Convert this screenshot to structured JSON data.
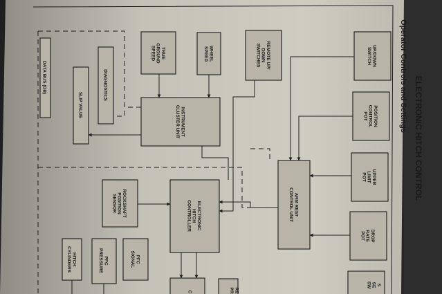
{
  "title": "ELECTRONIC HITCH CONTROL",
  "subtitle": "Operator Controls and Settings",
  "blocks": {
    "updown_switch": [
      "UP/DOWN",
      "SWITCH"
    ],
    "position_control_pot": [
      "POSITION",
      "CONTROL",
      "POT"
    ],
    "upper_limit_pot": [
      "UPPER",
      "LIMIT",
      "POT"
    ],
    "drop_rate_pot": [
      "DROP",
      "RATE",
      "POT"
    ],
    "partial_right_top": [
      "S",
      "SE",
      "SW"
    ],
    "remote_updown_switches": [
      "REMOTE UP/",
      "DOWN",
      "SWITCHES"
    ],
    "wheel_speed": [
      "WHEEL",
      "SPEED"
    ],
    "true_ground_speed": [
      "TRUE",
      "GROUND",
      "SPEED"
    ],
    "diagnostics": [
      "DIAGNOSTICS"
    ],
    "slip_value": [
      "SLIP VALUE"
    ],
    "data_bus": [
      "DATA BUS (DB)"
    ],
    "instrument_cluster_unit": [
      "INSTRUMENT",
      "CLUSTER UNIT"
    ],
    "arm_rest_control_unit": [
      "ARM REST",
      "CONTROL UNIT"
    ],
    "rockshaft_position_sensor": [
      "ROCKSHAFT",
      "POSITION",
      "SENSOR"
    ],
    "electronic_hitch_controller": [
      "ELECTRONIC",
      "HITCH",
      "CONTROLLER"
    ],
    "pfc_signal": [
      "PFC",
      "SIGNAL"
    ],
    "pfc_pressure": [
      "PFC",
      "PRESSURE"
    ],
    "hitch_cylinders": [
      "HITCH",
      "CYLINDERS"
    ],
    "partial_bottom_c": [
      "C"
    ],
    "partial_bottom_re": [
      "RE",
      "PR"
    ]
  },
  "colors": {
    "paper": "#c9c6bc",
    "ink": "#1a1a1a",
    "background": "#242424"
  }
}
